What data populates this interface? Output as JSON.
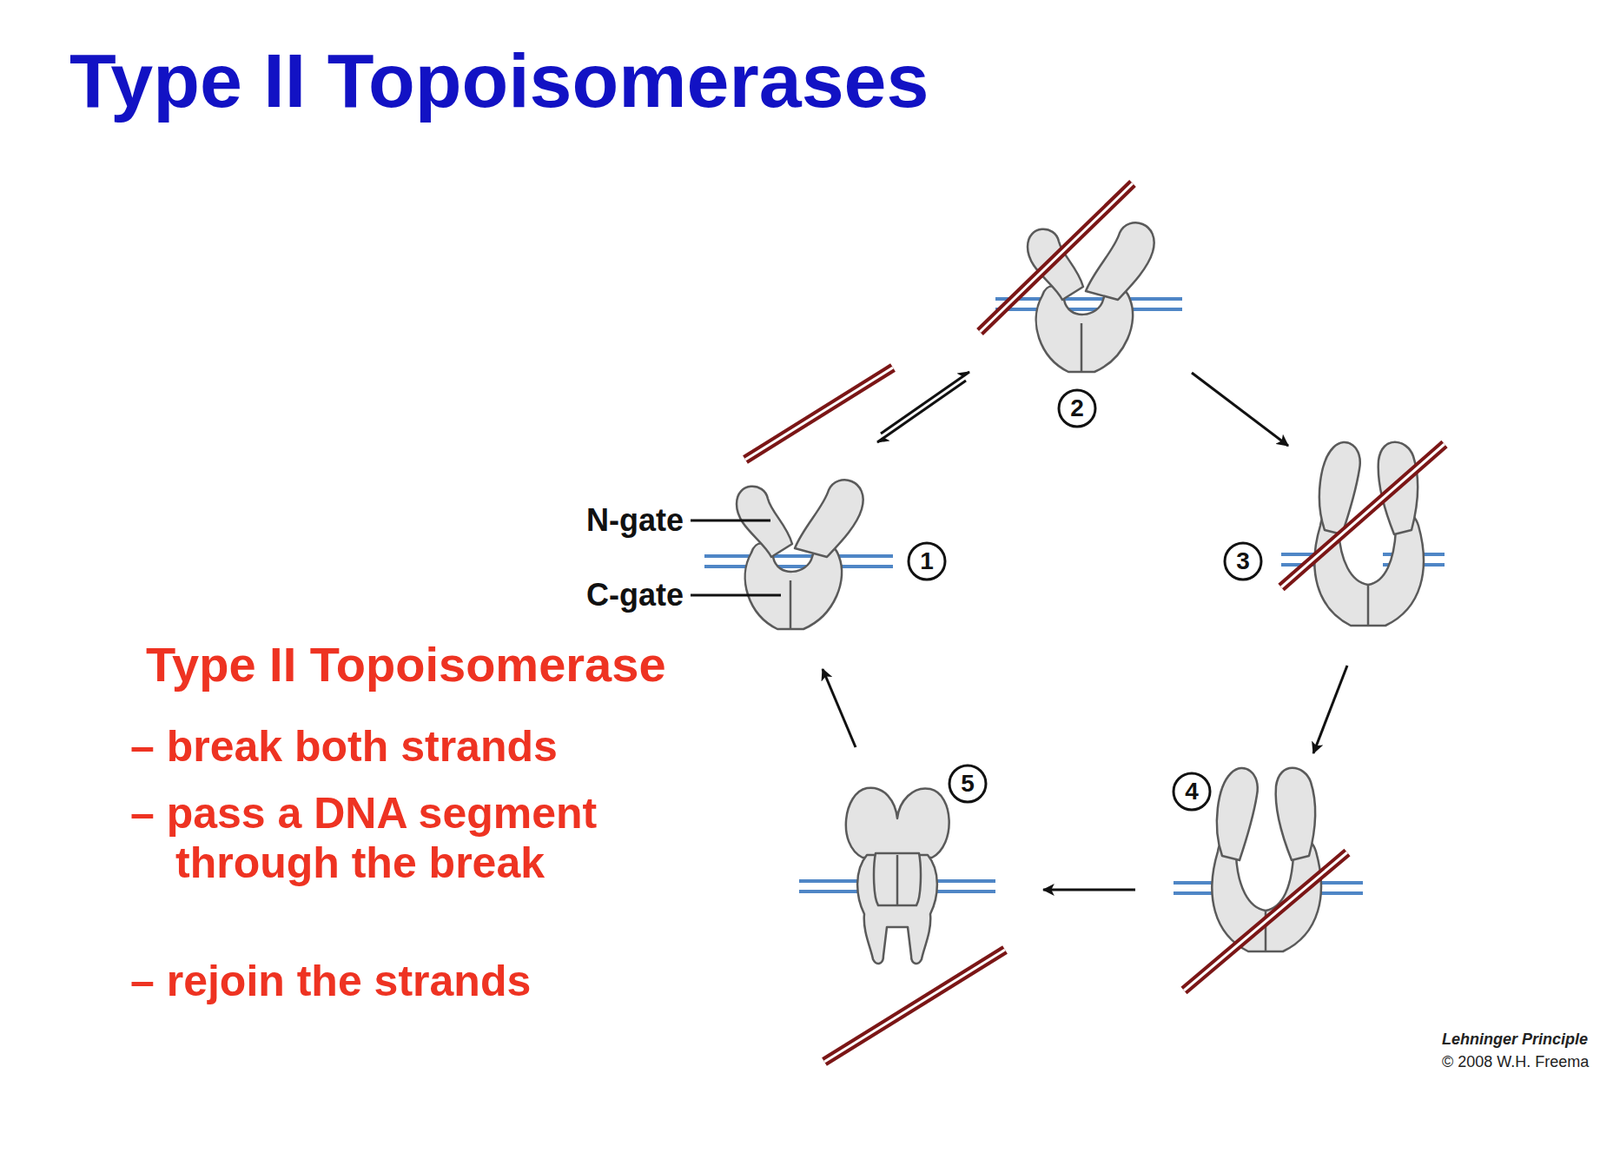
{
  "diagram": {
    "title": "Type II Topoisomerases",
    "labels": [
      "N-gate",
      "C-gate",
      "1",
      "2",
      "3",
      "4",
      "5",
      "Type II Topoisomerase",
      "– break both strands",
      "– pass a DNA segment through the break",
      "– rejoin the strands",
      "Lehninger Principle",
      "© 2008 W.H. Freema"
    ]
  }
}
